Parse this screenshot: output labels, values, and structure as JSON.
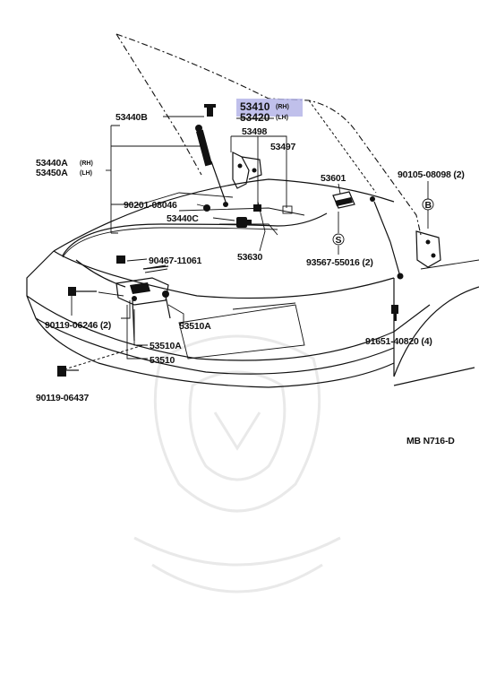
{
  "labels": {
    "l53410": "53410",
    "l53410_side": "(RH)",
    "l53420": "53420",
    "l53420_side": "(LH)",
    "l53440B": "53440B",
    "l53498": "53498",
    "l53497": "53497",
    "l53440A": "53440A",
    "l53440A_side": "(RH)",
    "l53450A": "53450A",
    "l53450A_side": "(LH)",
    "l90201": "90201-08046",
    "l53440C": "53440C",
    "l53630": "53630",
    "l53601": "53601",
    "l90105": "90105-08098 (2)",
    "lB": "B",
    "lS": "S",
    "l93567": "93567-55016 (2)",
    "l90467": "90467-11061",
    "l90119a": "90119-06246 (2)",
    "l53510A_right": "53510A",
    "l53510A_mid": "53510A",
    "l53510": "53510",
    "l91651": "91651-40820 (4)",
    "l90119b": "90119-06437",
    "diagram_code": "MB N716-D"
  },
  "colors": {
    "line": "#111111",
    "highlight": "#b5b5e8",
    "watermark": "#e9e9e9"
  }
}
